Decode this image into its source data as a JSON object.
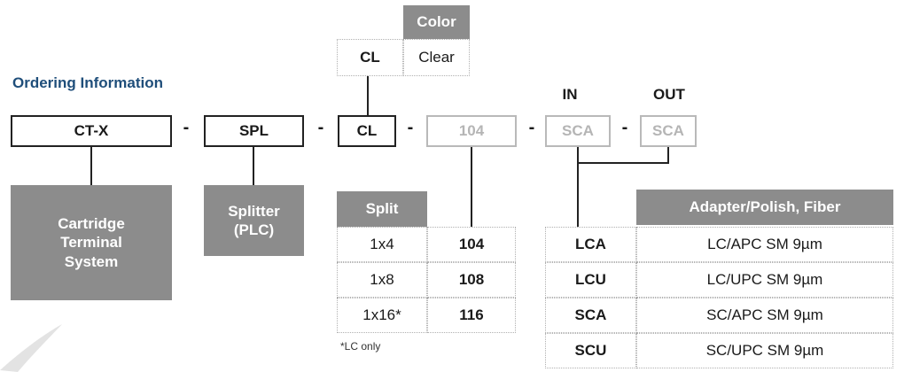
{
  "title": "Ordering Information",
  "codes": {
    "ctx": "CT-X",
    "spl": "SPL",
    "cl": "CL",
    "split": "104",
    "in": "SCA",
    "out": "SCA",
    "separator": "-"
  },
  "column_headers": {
    "in": "IN",
    "out": "OUT"
  },
  "color_table": {
    "header": "Color",
    "code": "CL",
    "value": "Clear"
  },
  "descriptions": {
    "ctx": "Cartridge Terminal System",
    "spl": "Splitter (PLC)"
  },
  "split_table": {
    "header": "Split",
    "rows": [
      {
        "split": "1x4",
        "code": "104"
      },
      {
        "split": "1x8",
        "code": "108"
      },
      {
        "split": "1x16*",
        "code": "116"
      }
    ],
    "note": "*LC only"
  },
  "adapter_table": {
    "header": "Adapter/Polish, Fiber",
    "rows": [
      {
        "code": "LCA",
        "desc": "LC/APC SM 9µm"
      },
      {
        "code": "LCU",
        "desc": "LC/UPC SM 9µm"
      },
      {
        "code": "SCA",
        "desc": "SC/APC SM 9µm"
      },
      {
        "code": "SCU",
        "desc": "SC/UPC SM 9µm"
      }
    ]
  },
  "colors": {
    "title_blue": "#1f4e7a",
    "gray_box": "#8c8c8c",
    "faded_text": "#b5b5b5",
    "dotted_border": "#b0b0b0"
  }
}
